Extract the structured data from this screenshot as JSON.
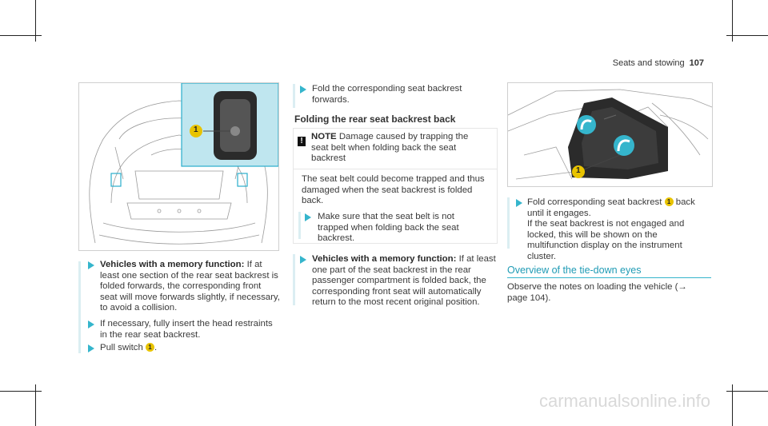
{
  "header": {
    "section": "Seats and stowing",
    "page_number": "107"
  },
  "figures": {
    "fig1": {
      "callout": "1"
    },
    "fig2": {
      "callout": "1"
    }
  },
  "col1": {
    "step1": {
      "bold": "Vehicles with a memory function:",
      "text": " If at least one section of the rear seat backrest is folded forwards, the corresponding front seat will move forwards slightly, if necessary, to avoid a collision."
    },
    "step2": {
      "text": "If necessary, fully insert the head restraints in the rear seat backrest."
    },
    "step3": {
      "text": "Pull switch",
      "badge": "1",
      "end": "."
    }
  },
  "col2": {
    "step1": {
      "text": "Fold the corresponding seat backrest forwards."
    },
    "heading": "Folding the rear seat backrest back",
    "note": {
      "label": "NOTE",
      "title": "Damage caused by trapping the seat belt when folding back the seat backrest",
      "body": "The seat belt could become trapped and thus damaged when the seat backrest is folded back.",
      "step": "Make sure that the seat belt is not trapped when folding back the seat backrest."
    },
    "step2": {
      "bold": "Vehicles with a memory function:",
      "text": " If at least one part of the seat backrest in the rear passenger compartment is folded back, the corresponding front seat will automatically return to the most recent original position."
    }
  },
  "col3": {
    "step1": {
      "text_a": "Fold corresponding seat backrest",
      "badge": "1",
      "text_b": " back until it engages.",
      "text_c": "If the seat backrest is not engaged and locked, this will be shown on the multifunction display on the instrument cluster."
    },
    "heading": "Overview of the tie-down eyes",
    "para": "Observe the notes on loading the vehicle (→ page 104)."
  },
  "watermark": "carmanualsonline.info"
}
